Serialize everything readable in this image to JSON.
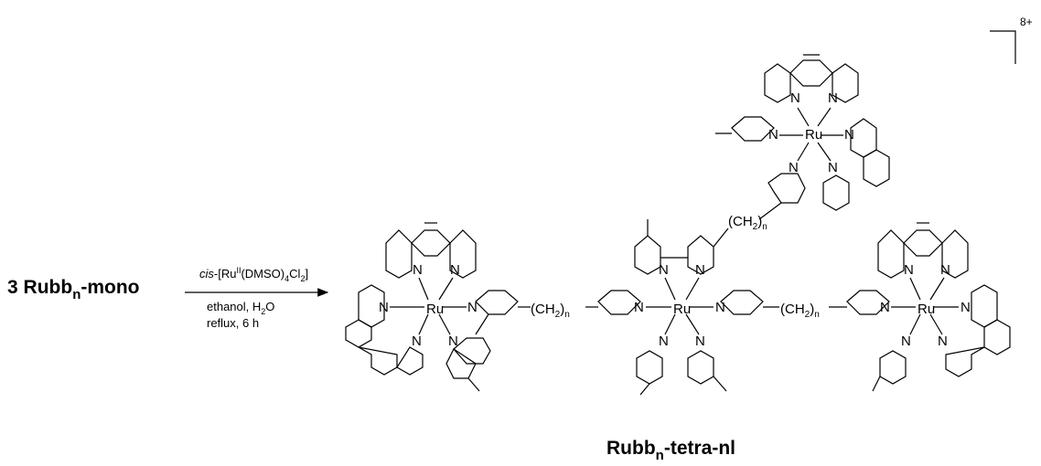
{
  "reactant": {
    "coefficient": "3",
    "name": "Rubb",
    "subscript": "n",
    "suffix": "-mono"
  },
  "conditions": {
    "reagent_prefix": "cis",
    "reagent_body": "-[Ru",
    "reagent_ox": "II",
    "reagent_rest": "(DMSO)",
    "reagent_sub4": "4",
    "reagent_cl": "Cl",
    "reagent_sub2": "2",
    "reagent_close": "]",
    "solvent": "ethanol, H",
    "solvent_sub": "2",
    "solvent_end": "O",
    "time": "reflux, 6 h"
  },
  "product": {
    "name": "Rubb",
    "subscript": "n",
    "suffix": "-tetra-nl",
    "charge": "8+"
  },
  "atoms": {
    "metal": "Ru",
    "nitrogen": "N",
    "linker": "(CH",
    "linker_sub": "2",
    "linker_close": ")",
    "linker_n": "n"
  }
}
